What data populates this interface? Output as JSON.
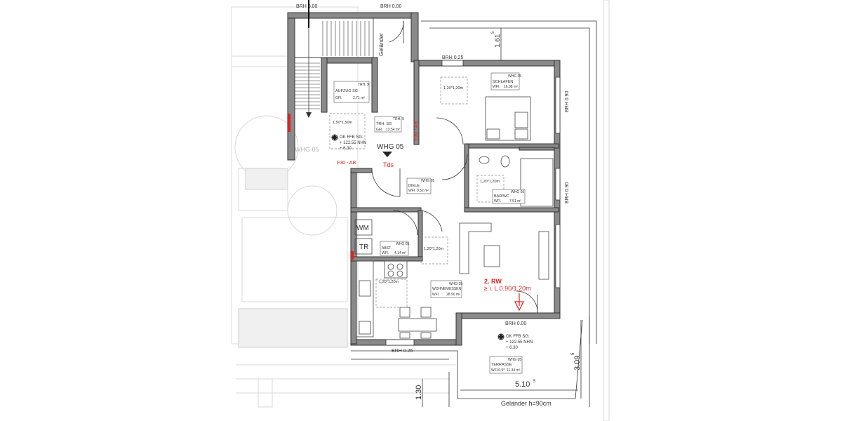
{
  "plan": {
    "unit_name": "WHG 05",
    "stair_unit": "Tds",
    "brh_top_left": "BRH 0.00",
    "brh_top_right": "BRH 0.00",
    "brh_upper": "BRH 0.25",
    "brh_terrace": "BRH 0.00",
    "brh_bottom": "BRH 0.25",
    "brh_right_1": "BRH 0.90",
    "brh_right_2": "BRH 0.90",
    "railing_label": "Geländer",
    "railing_bottom": "Geländer h=90cm",
    "fire_label": "F30 - AB",
    "fire_label_2": "F30 - AB",
    "dim_top": "1.61",
    "dim_top_sup": "5",
    "dim_right": "3.09",
    "dim_right_sup": "5",
    "dim_bottom": "5.10",
    "dim_bottom_sup": "5",
    "dim_left": "1.30",
    "rw_label": "2. RW",
    "rw_sub": "≥ i. L 0.90/1.20m",
    "level_1": {
      "title": "OK FFB SG:",
      "nhn": "+ 122.55 NHN",
      "rel": "+ 6.30"
    },
    "level_2": {
      "title": "OK FFB SG:",
      "nhn": "+ 122.55 NHN",
      "rel": "+ 6.30"
    },
    "elevator": {
      "title": "TRH. 9",
      "name": "AUFZUG SG",
      "label": "GFl.",
      "area": "2.71 m²"
    },
    "stairhall": {
      "title": "TRH. 9",
      "name": "TRH. SG",
      "label": "GFl.",
      "area": "13.54 m²"
    },
    "bedroom": {
      "unit": "WHG 05",
      "name": "SCHLAFEN",
      "label": "WFl.",
      "area": "16.08 m²"
    },
    "hall": {
      "unit": "WHG 05",
      "name": "DIELE",
      "label": "WFl.",
      "area": "9.52 m²"
    },
    "bath": {
      "unit": "WHG 05",
      "name": "BAD/WC",
      "label": "WFl.",
      "area": "7.51 m²"
    },
    "storage": {
      "unit": "WHG 05",
      "name": "ABST.",
      "label": "WFl.",
      "area": "4.14 m²"
    },
    "living": {
      "unit": "WHG 05",
      "name": "WOHNEN/ESSEN",
      "label": "WFl.",
      "area": "28.90 m²"
    },
    "terrace": {
      "unit": "WHG 05",
      "name": "TERRASSE",
      "label": "WFl.0.5*",
      "area": "11.34 m²"
    },
    "clear_1": "1,20*1,20m",
    "clear_2": "1,20*1,20m",
    "clear_3": "1,20*1,20m",
    "clear_4": "1,20*1,20m",
    "clear_5": "1,50*1,50m",
    "wm": "WM",
    "tr": "TR",
    "ghost_unit": "WHG 05"
  }
}
